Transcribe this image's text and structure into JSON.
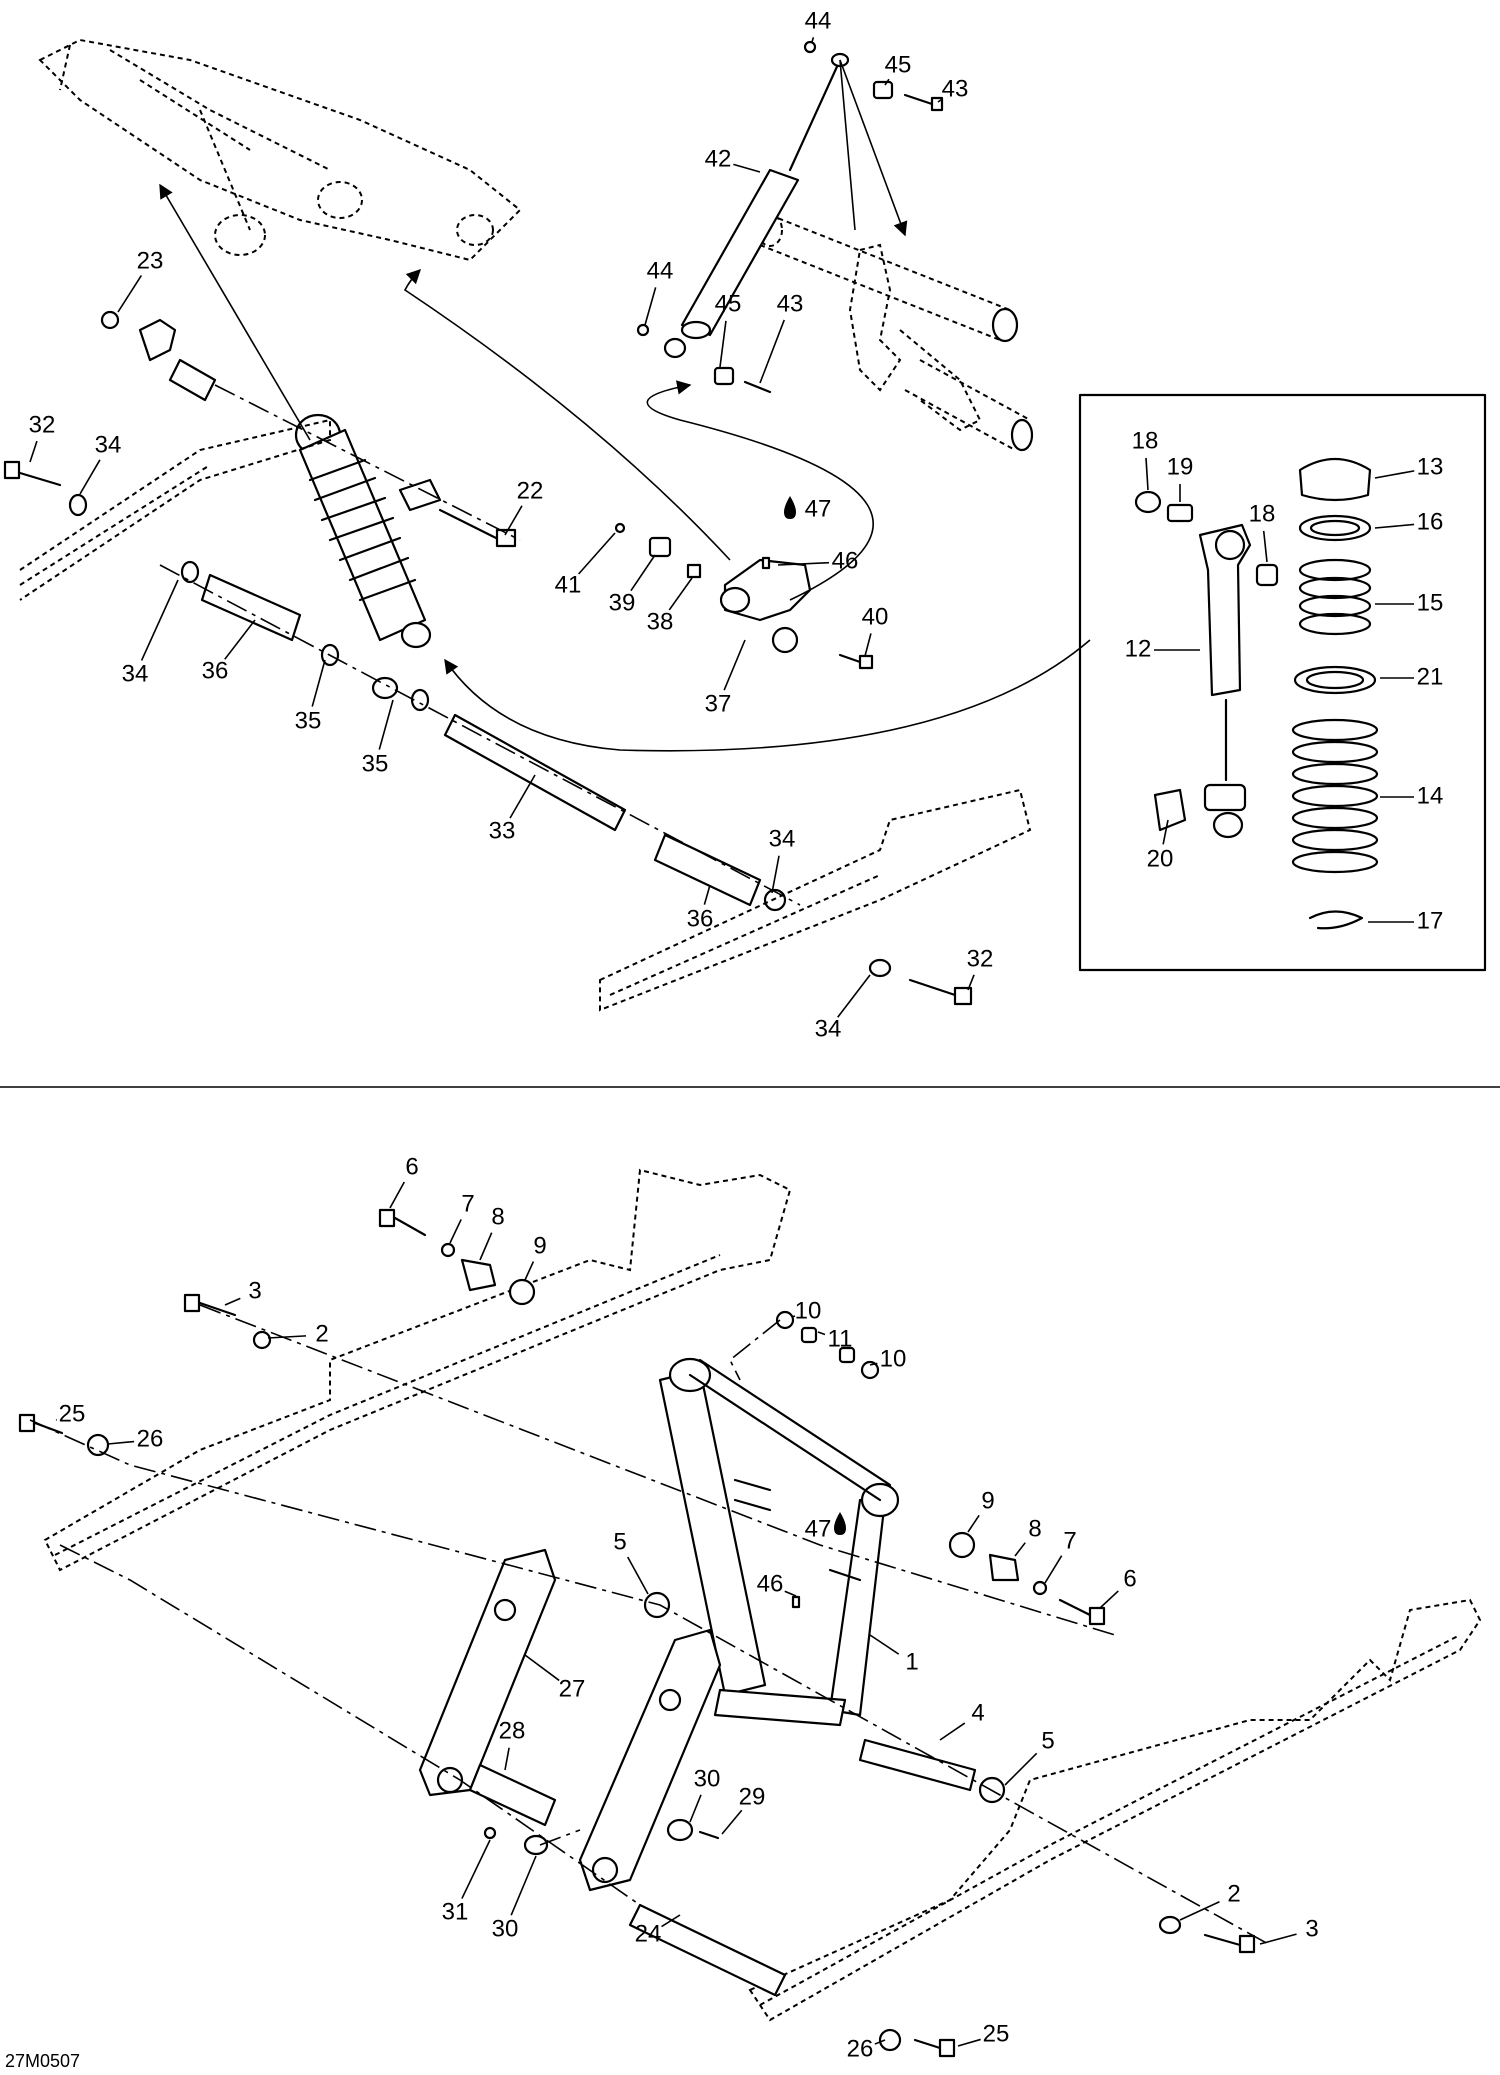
{
  "diagram": {
    "drawing_code": "27M0507",
    "callouts": [
      {
        "id": "c44a",
        "text": "44"
      },
      {
        "id": "c45a",
        "text": "45"
      },
      {
        "id": "c43a",
        "text": "43"
      },
      {
        "id": "c42",
        "text": "42"
      },
      {
        "id": "c44b",
        "text": "44"
      },
      {
        "id": "c45b",
        "text": "45"
      },
      {
        "id": "c43b",
        "text": "43"
      },
      {
        "id": "c23",
        "text": "23"
      },
      {
        "id": "c32a",
        "text": "32"
      },
      {
        "id": "c34a",
        "text": "34"
      },
      {
        "id": "c22",
        "text": "22"
      },
      {
        "id": "c47a",
        "text": "47"
      },
      {
        "id": "c46a",
        "text": "46"
      },
      {
        "id": "c41",
        "text": "41"
      },
      {
        "id": "c39",
        "text": "39"
      },
      {
        "id": "c38",
        "text": "38"
      },
      {
        "id": "c40",
        "text": "40"
      },
      {
        "id": "c37",
        "text": "37"
      },
      {
        "id": "c34b",
        "text": "34"
      },
      {
        "id": "c36a",
        "text": "36"
      },
      {
        "id": "c35a",
        "text": "35"
      },
      {
        "id": "c35b",
        "text": "35"
      },
      {
        "id": "c33",
        "text": "33"
      },
      {
        "id": "c34c",
        "text": "34"
      },
      {
        "id": "c36b",
        "text": "36"
      },
      {
        "id": "c32b",
        "text": "32"
      },
      {
        "id": "c34d",
        "text": "34"
      },
      {
        "id": "c18a",
        "text": "18"
      },
      {
        "id": "c19",
        "text": "19"
      },
      {
        "id": "c13",
        "text": "13"
      },
      {
        "id": "c18b",
        "text": "18"
      },
      {
        "id": "c16",
        "text": "16"
      },
      {
        "id": "c15",
        "text": "15"
      },
      {
        "id": "c12",
        "text": "12"
      },
      {
        "id": "c21",
        "text": "21"
      },
      {
        "id": "c14",
        "text": "14"
      },
      {
        "id": "c20",
        "text": "20"
      },
      {
        "id": "c17",
        "text": "17"
      },
      {
        "id": "c6a",
        "text": "6"
      },
      {
        "id": "c7a",
        "text": "7"
      },
      {
        "id": "c8a",
        "text": "8"
      },
      {
        "id": "c9a",
        "text": "9"
      },
      {
        "id": "c3a",
        "text": "3"
      },
      {
        "id": "c2a",
        "text": "2"
      },
      {
        "id": "c10a",
        "text": "10"
      },
      {
        "id": "c11",
        "text": "11"
      },
      {
        "id": "c10b",
        "text": "10"
      },
      {
        "id": "c25a",
        "text": "25"
      },
      {
        "id": "c26a",
        "text": "26"
      },
      {
        "id": "c9b",
        "text": "9"
      },
      {
        "id": "c8b",
        "text": "8"
      },
      {
        "id": "c7b",
        "text": "7"
      },
      {
        "id": "c5a",
        "text": "5"
      },
      {
        "id": "c47b",
        "text": "47"
      },
      {
        "id": "c46b",
        "text": "46"
      },
      {
        "id": "c6b",
        "text": "6"
      },
      {
        "id": "c1",
        "text": "1"
      },
      {
        "id": "c27",
        "text": "27"
      },
      {
        "id": "c4",
        "text": "4"
      },
      {
        "id": "c28",
        "text": "28"
      },
      {
        "id": "c5b",
        "text": "5"
      },
      {
        "id": "c30a",
        "text": "30"
      },
      {
        "id": "c29",
        "text": "29"
      },
      {
        "id": "c31",
        "text": "31"
      },
      {
        "id": "c30b",
        "text": "30"
      },
      {
        "id": "c24",
        "text": "24"
      },
      {
        "id": "c2b",
        "text": "2"
      },
      {
        "id": "c3b",
        "text": "3"
      },
      {
        "id": "c26b",
        "text": "26"
      },
      {
        "id": "c25b",
        "text": "25"
      }
    ],
    "icons": {
      "lubricant": "oil-drop-icon"
    }
  }
}
